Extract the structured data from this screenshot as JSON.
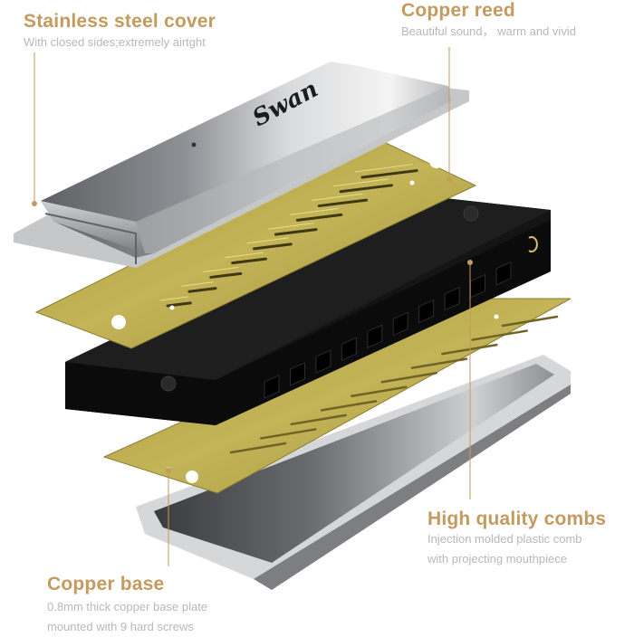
{
  "callouts": {
    "cover": {
      "title": "Stainless steel cover",
      "lines": [
        "With closed sides;extremely airtght"
      ]
    },
    "reed": {
      "title": "Copper reed",
      "lines": [
        "Beautiful sound， warm and vivid"
      ]
    },
    "comb": {
      "title": "High quality combs",
      "lines": [
        "Injection molded plastic comb",
        "with projecting mouthpiece"
      ]
    },
    "base": {
      "title": "Copper base",
      "lines": [
        "0.8mm thick copper base plate",
        "mounted with 9 hard screws"
      ]
    }
  },
  "logo_text": "Swan",
  "colors": {
    "accent": "#c49a5e",
    "subtext": "#b8b8b8",
    "brass": "#b7a64a",
    "comb": "#141414",
    "steel": "#9a9a9a"
  }
}
